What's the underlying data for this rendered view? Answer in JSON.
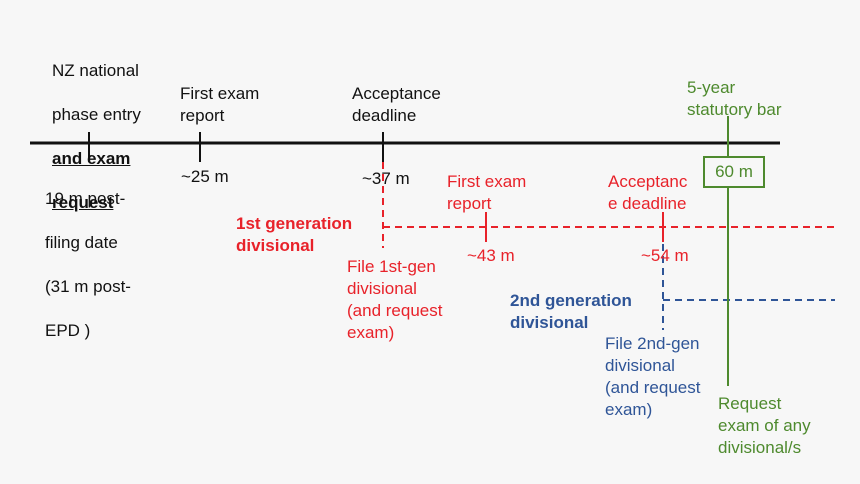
{
  "colors": {
    "black": "#111111",
    "red": "#e8222a",
    "blue": "#2f5597",
    "green": "#4e8a2e"
  },
  "main_timeline": {
    "entry": {
      "line1": "NZ national",
      "line2": "phase entry",
      "line3": "and exam",
      "line4": "request"
    },
    "entry_time": {
      "line1": "19 m post-",
      "line2": "filing date",
      "line3": "(31 m post-",
      "line4": "EPD )"
    },
    "first_exam": {
      "label": "First exam\nreport",
      "time": "~25 m"
    },
    "acceptance": {
      "label": "Acceptance\ndeadline",
      "time": "~37 m"
    }
  },
  "statutory": {
    "label": "5-year\nstatutory bar",
    "box": "60 m",
    "note": "Request\nexam of any\ndivisional/s"
  },
  "gen1": {
    "title": "1st generation\ndivisional",
    "file_note": "File 1st-gen\ndivisional\n(and request\nexam)",
    "first_exam": {
      "label": "First exam\nreport",
      "time": "~43 m"
    },
    "acceptance": {
      "label": "Acceptanc\ne deadline",
      "time": "~54 m"
    }
  },
  "gen2": {
    "title": "2nd generation\ndivisional",
    "file_note": "File 2nd-gen\ndivisional\n(and request\nexam)"
  }
}
